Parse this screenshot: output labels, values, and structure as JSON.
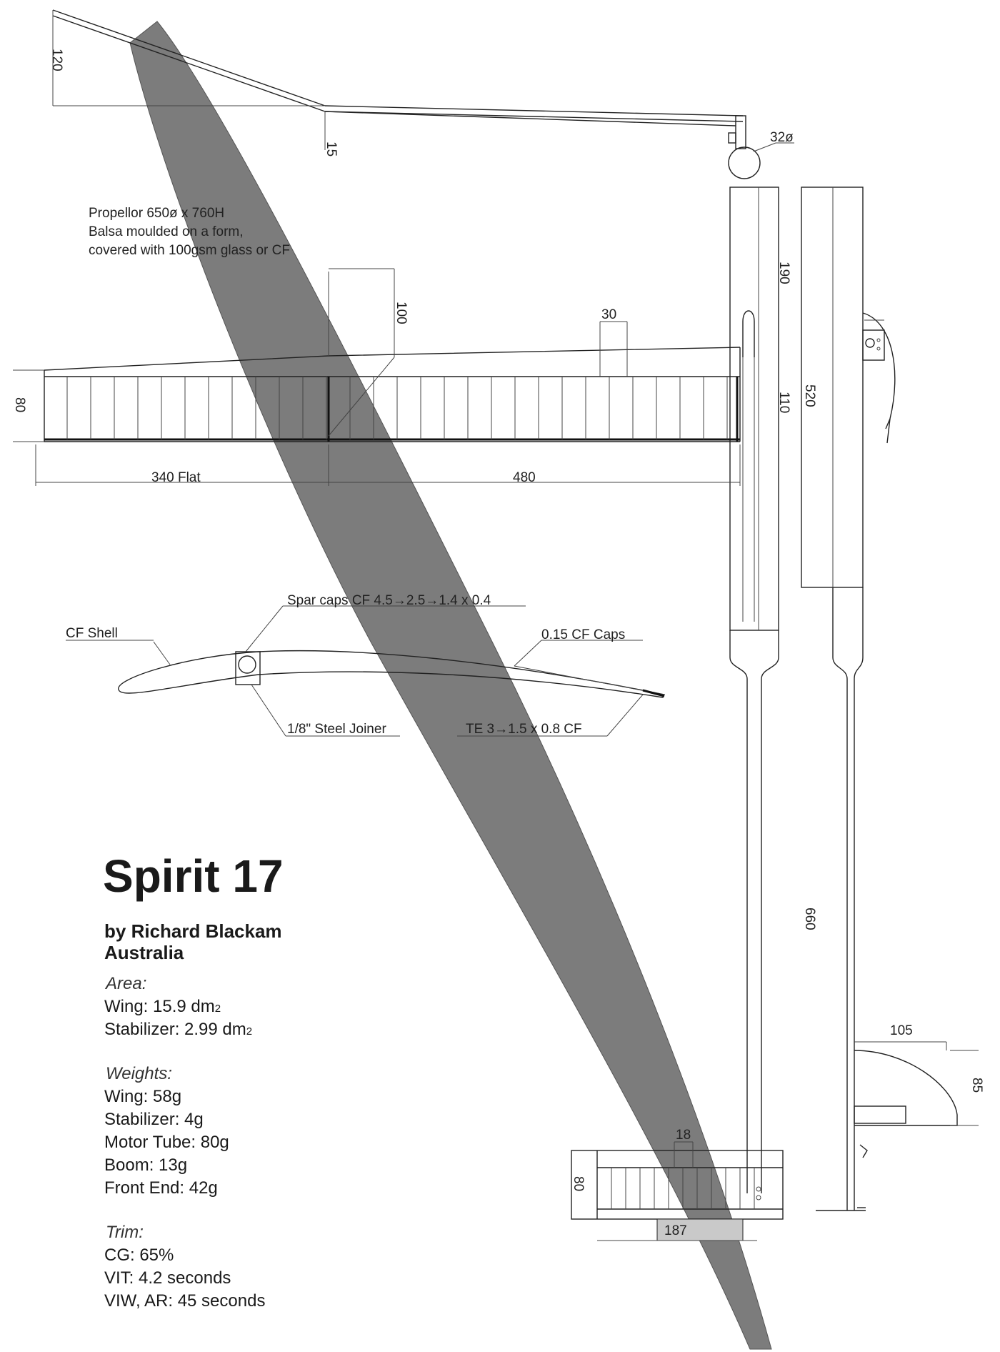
{
  "title": "Spirit 17",
  "author": "by Richard Blackam",
  "country": "Australia",
  "propeller_note": {
    "line1": "Propellor 650ø x 760H",
    "line2": "Balsa moulded on a form,",
    "line3": "covered with 100gsm glass or CF"
  },
  "dimensions": {
    "d120": "120",
    "d15": "15",
    "d32": "32ø",
    "d190": "190",
    "d100": "100",
    "d30": "30",
    "d110": "110",
    "d520": "520",
    "d80_wing": "80",
    "d340": "340 Flat",
    "d480": "480",
    "d660": "660",
    "d105": "105",
    "d85": "85",
    "d18": "18",
    "d80_stab": "80",
    "d187": "187"
  },
  "section_labels": {
    "spar_caps": "Spar caps CF 4.5→2.5→1.4 x 0.4",
    "cf_shell": "CF Shell",
    "cf_caps": "0.15 CF Caps",
    "steel_joiner": "1/8\" Steel Joiner",
    "te": "TE 3→1.5 x 0.8 CF"
  },
  "specs": {
    "area_head": "Area:",
    "wing_area": "Wing: 15.9 dm",
    "wing_area_sub": "2",
    "stab_area": "Stabilizer: 2.99 dm",
    "stab_area_sub": "2",
    "weights_head": "Weights:",
    "w_wing": "Wing: 58g",
    "w_stab": "Stabilizer: 4g",
    "w_motor": "Motor Tube: 80g",
    "w_boom": "Boom: 13g",
    "w_front": "Front End: 42g",
    "trim_head": "Trim:",
    "cg": "CG: 65%",
    "vit": "VIT: 4.2 seconds",
    "viw": "VIW, AR: 45 seconds"
  },
  "colors": {
    "propeller_fill": "#7c7c7c",
    "line": "#222222",
    "paper": "#ffffff"
  }
}
